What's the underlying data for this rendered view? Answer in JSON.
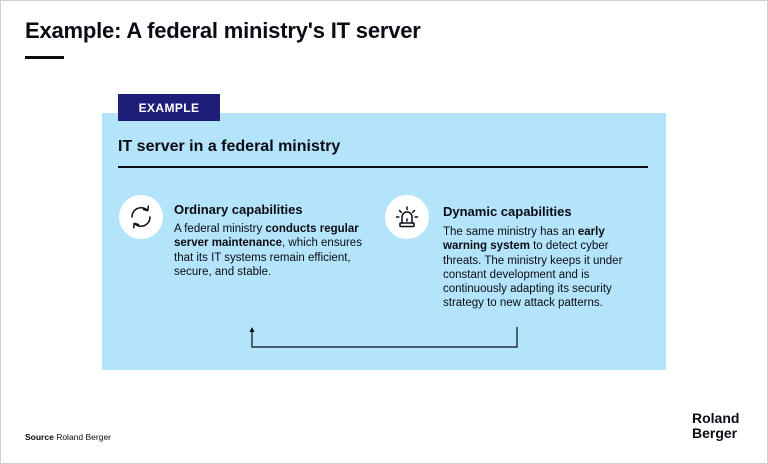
{
  "header": {
    "title": "Example: A federal ministry's IT server"
  },
  "tag": {
    "label": "EXAMPLE"
  },
  "panel": {
    "title": "IT server in a federal ministry",
    "ordinary": {
      "icon": "refresh-cycle-icon",
      "title": "Ordinary capabilities",
      "text_pre": "A federal ministry ",
      "text_bold": "conducts regular server maintenance",
      "text_post": ", which ensures that its IT systems remain efficient, secure, and stable."
    },
    "dynamic": {
      "icon": "alarm-siren-icon",
      "title": "Dynamic capabilities",
      "text_pre": "The same ministry has an ",
      "text_bold": "early warning system",
      "text_post": " to detect cyber threats. The ministry keeps it under constant development and is continuously adapting its security strategy to new attack patterns."
    }
  },
  "footer": {
    "source_label": "Source",
    "source_value": " Roland Berger",
    "logo_line1": "Roland",
    "logo_line2": "Berger"
  },
  "colors": {
    "panel_bg": "#b4e4fa",
    "tag_bg": "#1e1e78",
    "text": "#0b0b14"
  }
}
